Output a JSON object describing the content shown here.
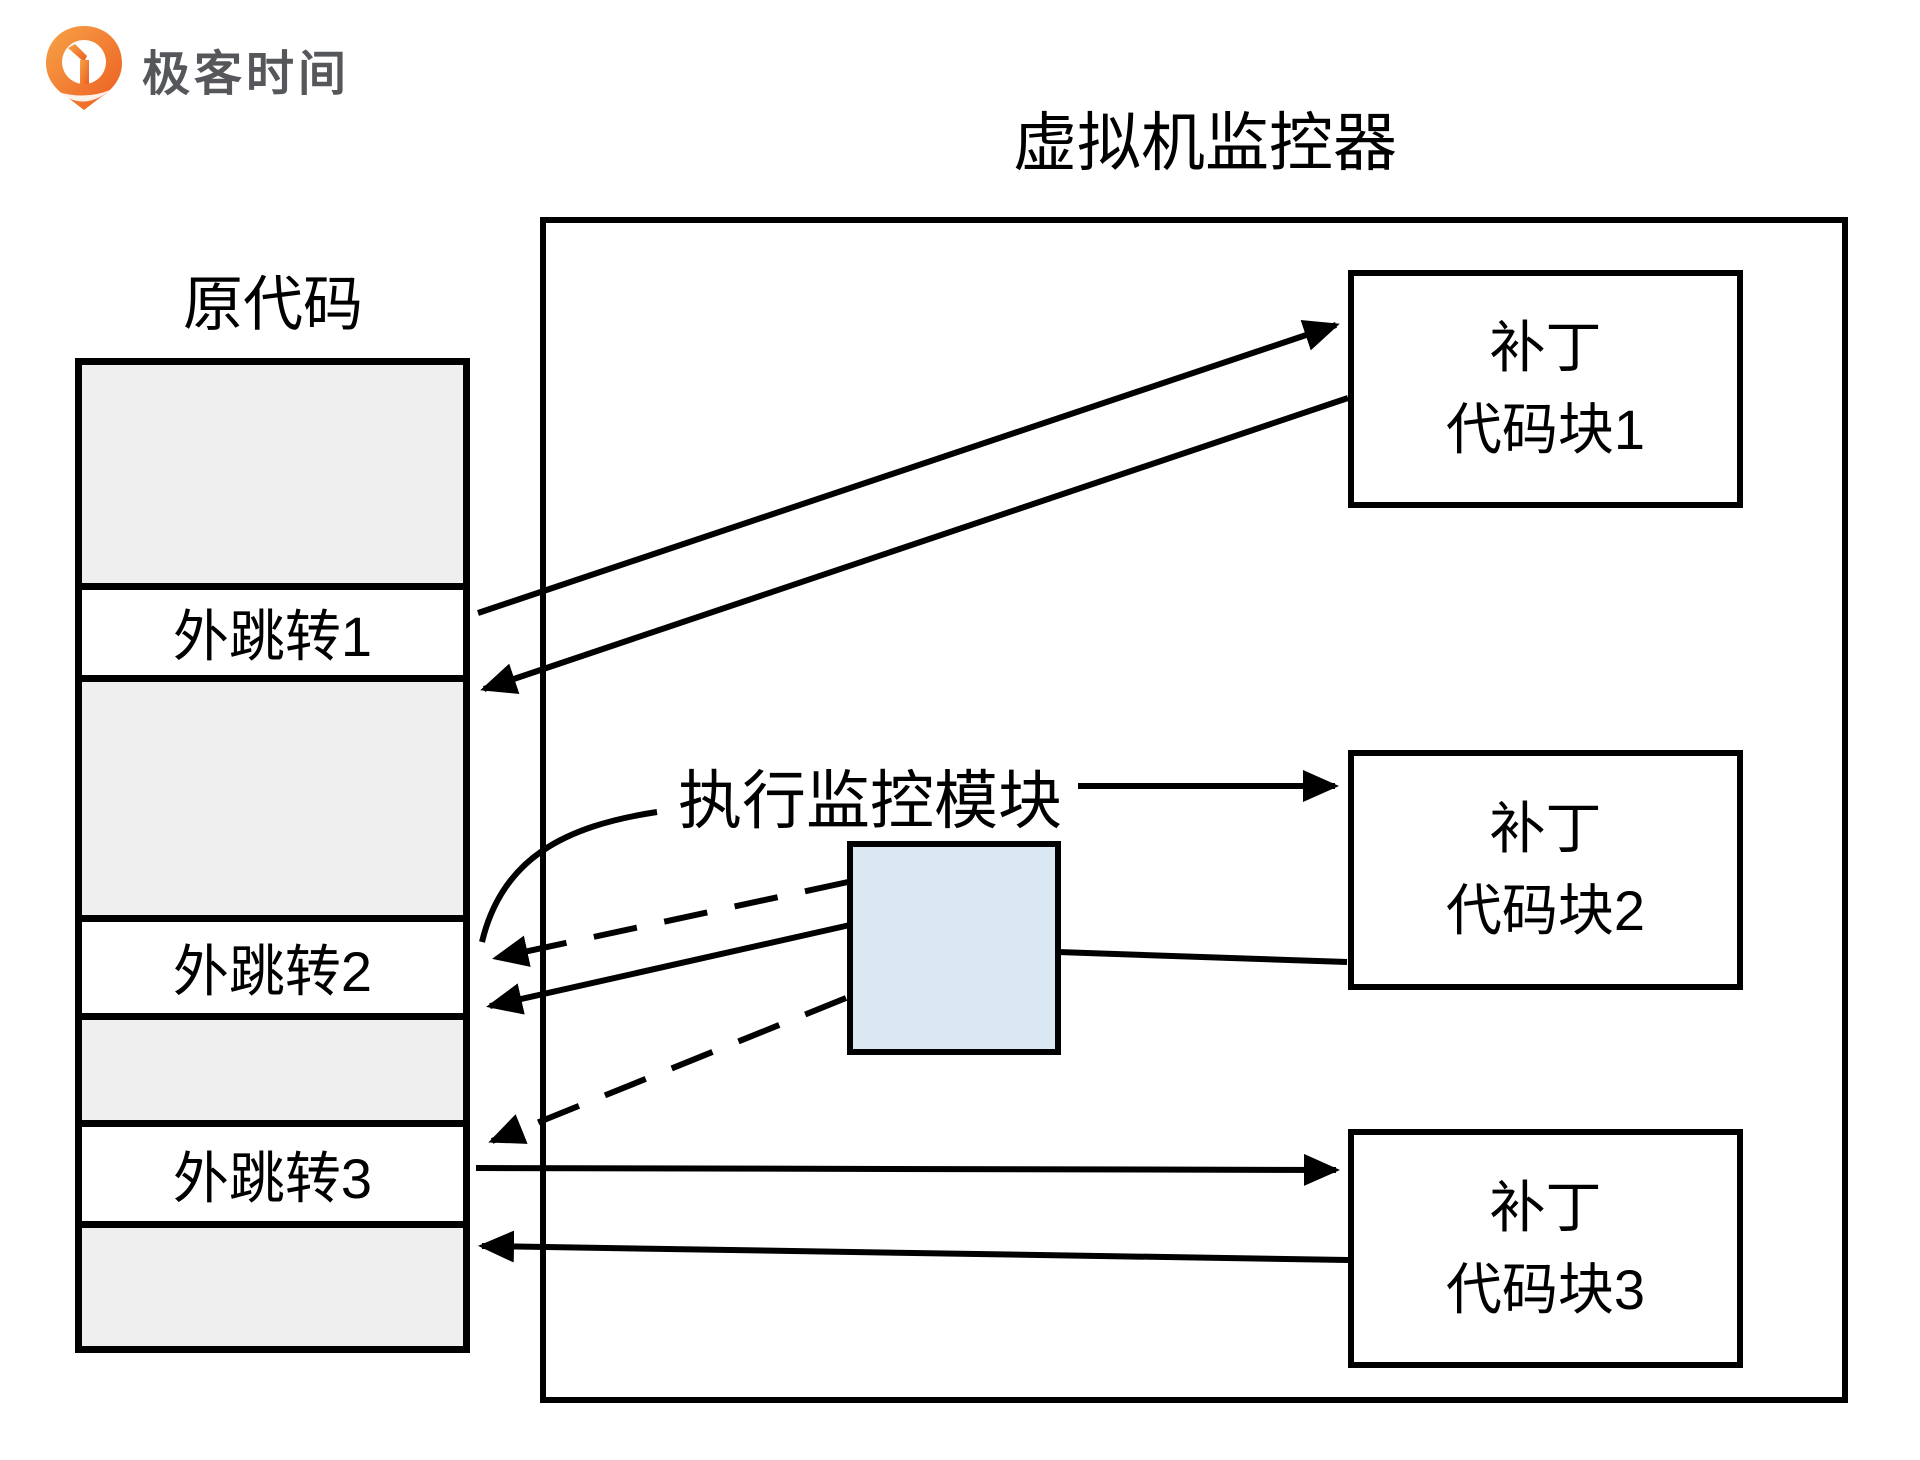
{
  "logo": {
    "brand": "极客时间"
  },
  "title": "虚拟机监控器",
  "source_column": {
    "title": "原代码",
    "jump_labels": [
      "外跳转1",
      "外跳转2",
      "外跳转3"
    ]
  },
  "monitor": {
    "label": "执行监控模块"
  },
  "patch_blocks": [
    {
      "line1": "补丁",
      "line2": "代码块1"
    },
    {
      "line1": "补丁",
      "line2": "代码块2"
    },
    {
      "line1": "补丁",
      "line2": "代码块3"
    }
  ],
  "colors": {
    "brand_orange": "#ee6c2d",
    "brand_orange_light": "#f7a348",
    "brand_text_gray": "#55575a",
    "segment_gray": "#efefef",
    "monitor_module_fill": "#d9e8f2",
    "line_black": "#000000"
  }
}
